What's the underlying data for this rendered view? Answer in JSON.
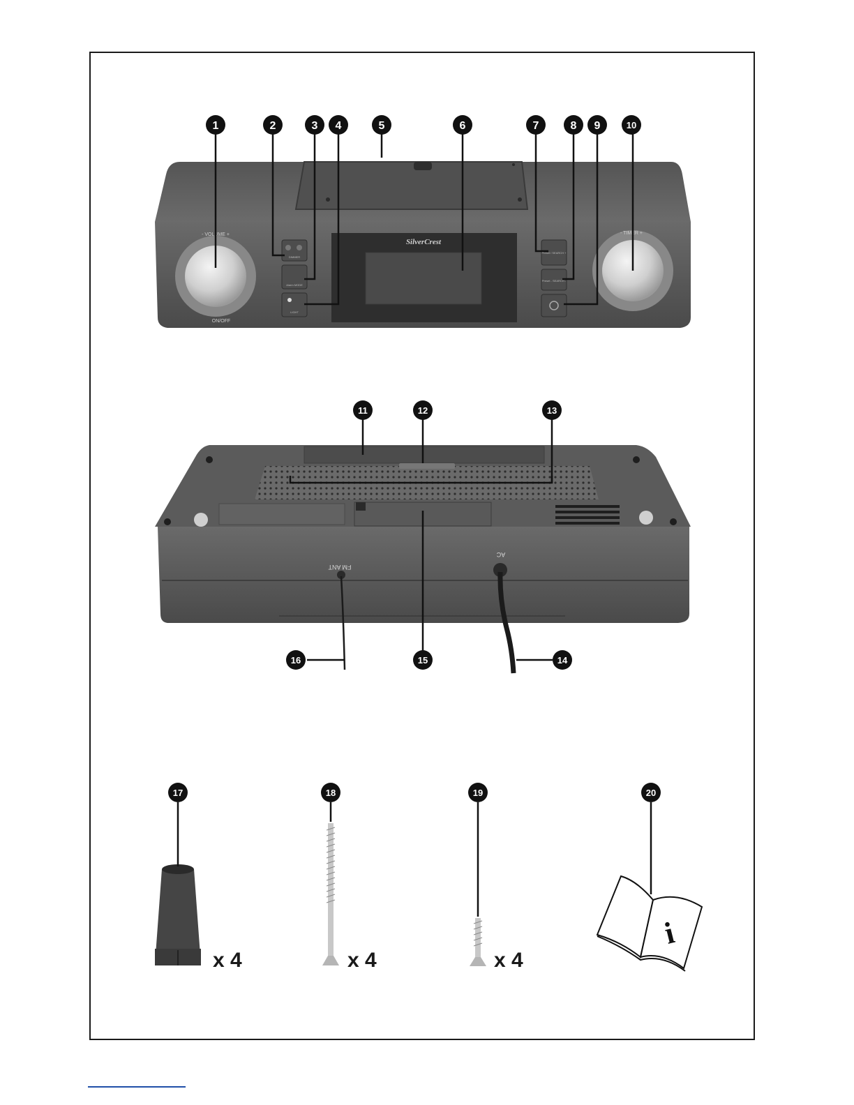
{
  "callouts": [
    "1",
    "2",
    "3",
    "4",
    "5",
    "6",
    "7",
    "8",
    "9",
    "10",
    "11",
    "12",
    "13",
    "14",
    "15",
    "16",
    "17",
    "18",
    "19",
    "20"
  ],
  "device_front": {
    "brand": "SilverCrest",
    "left_knob_label_top": "- VOLUME +",
    "left_knob_label_bottom": "ON/OFF",
    "right_knob_label_top": "- TIMER +",
    "button_labels": [
      "DIMMER",
      "Alarm MODE",
      "LIGHT",
      "Preset / SEARCH +",
      "Preset - SEARCH -"
    ]
  },
  "device_back": {
    "antenna_label": "FM ANT",
    "power_label": "AC"
  },
  "accessories": {
    "qty_17": "x 4",
    "qty_18": "x 4",
    "qty_19": "x 4"
  },
  "colors": {
    "callout_fill": "#111111",
    "callout_text": "#ffffff",
    "device_body": "#5a5a5a",
    "device_dark": "#3e3e3e",
    "knob_silver": "#d6d6d6",
    "frame": "#1a1a1a",
    "footer_rule": "#1f4fa8"
  }
}
